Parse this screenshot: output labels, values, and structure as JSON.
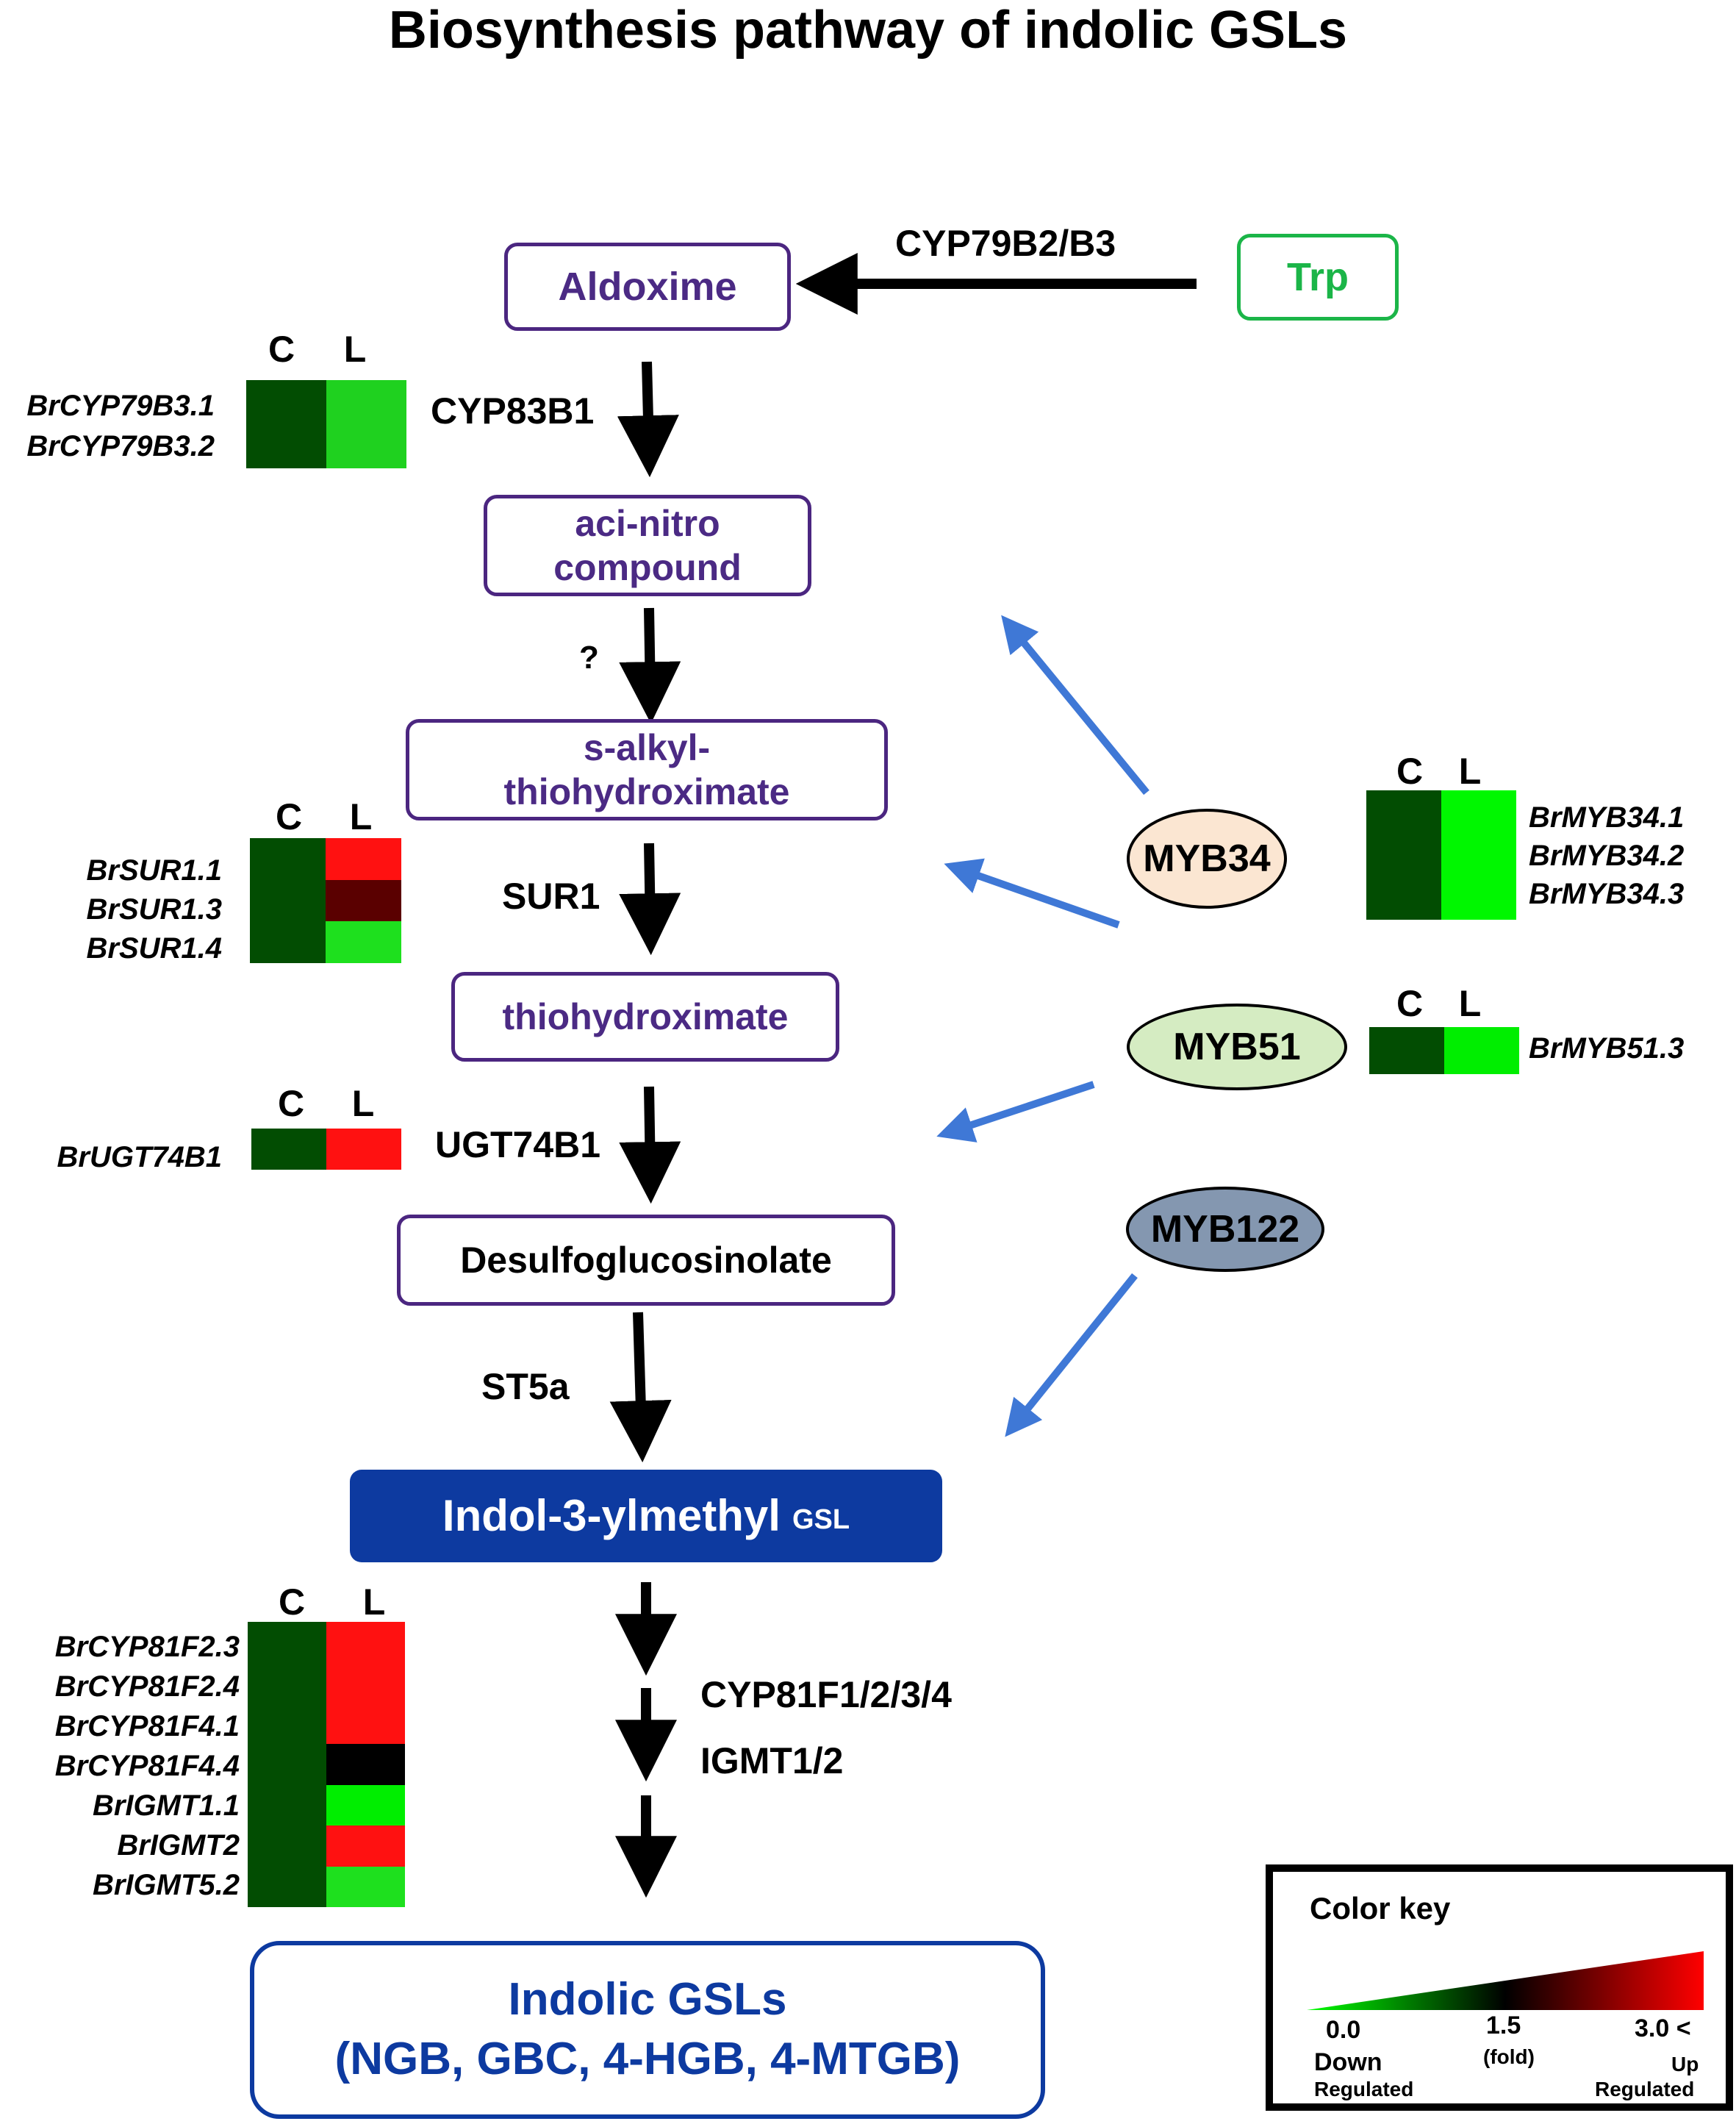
{
  "title": "Biosynthesis pathway of indolic GSLs",
  "nodes": {
    "aldoxime": "Aldoxime",
    "trp": "Trp",
    "aci_nitro_1": "aci-nitro",
    "aci_nitro_2": "compound",
    "s_alkyl_1": "s-alkyl-",
    "s_alkyl_2": "thiohydroximate",
    "thiohydroximate": "thiohydroximate",
    "desulfo": "Desulfoglucosinolate",
    "indol_main": "Indol-3-ylmethyl",
    "indol_suffix": "GSL",
    "final_1": "Indolic GSLs",
    "final_2": "(NGB, GBC, 4-HGB, 4-MTGB)"
  },
  "enzymes": {
    "cyp79b2b3": "CYP79B2/B3",
    "cyp83b1": "CYP83B1",
    "unknown": "?",
    "sur1": "SUR1",
    "ugt74b1": "UGT74B1",
    "st5a": "ST5a",
    "cyp81f": "CYP81F1/2/3/4",
    "igmt": "IGMT1/2"
  },
  "regulators": {
    "myb34": "MYB34",
    "myb51": "MYB51",
    "myb122": "MYB122"
  },
  "heatmap_columns": {
    "c": "C",
    "l": "L"
  },
  "heatmaps": {
    "cyp79b3": {
      "genes": [
        "BrCYP79B3.1",
        "BrCYP79B3.2"
      ],
      "c_color": "#024d02",
      "l_colors": [
        "#1fd11f"
      ]
    },
    "sur1": {
      "genes": [
        "BrSUR1.1",
        "BrSUR1.3",
        "BrSUR1.4"
      ],
      "c_color": "#024d02",
      "l_colors": [
        "#ff1111",
        "#5a0000",
        "#1ee01e"
      ]
    },
    "ugt74b1": {
      "genes": [
        "BrUGT74B1"
      ],
      "c_color": "#024d02",
      "l_colors": [
        "#ff1111"
      ]
    },
    "cyp81f": {
      "genes": [
        "BrCYP81F2.3",
        "BrCYP81F2.4",
        "BrCYP81F4.1",
        "BrCYP81F4.4",
        "BrIGMT1.1",
        "BrIGMT2",
        "BrIGMT5.2"
      ],
      "c_color": "#024d02",
      "l_colors": [
        "#ff1111",
        "#ff1111",
        "#ff1111",
        "#000000",
        "#00ee00",
        "#ff1111",
        "#1ee01e"
      ]
    },
    "myb34": {
      "genes": [
        "BrMYB34.1",
        "BrMYB34.2",
        "BrMYB34.3"
      ],
      "c_color": "#024d02",
      "l_colors": [
        "#00f700"
      ]
    },
    "myb51": {
      "genes": [
        "BrMYB51.3"
      ],
      "c_color": "#024d02",
      "l_colors": [
        "#00ee00"
      ]
    }
  },
  "color_key": {
    "title": "Color key",
    "tick_low": "0.0",
    "tick_mid": "1.5",
    "tick_high": "3.0 <",
    "down_1": "Down",
    "down_2": "Regulated",
    "unit": "(fold)",
    "up_1": "Up",
    "up_2": "Regulated",
    "gradient_colors": [
      "#00ff00",
      "#000000",
      "#ff0000"
    ]
  },
  "colors": {
    "pathway_purple": "#4b2a84",
    "trp_green": "#1bb548",
    "indol_blue": "#0d3aa0",
    "final_blue": "#0d3aa0",
    "regulation_arrow": "#3f78d6",
    "myb34_fill": "#fbe6d2",
    "myb51_fill": "#d5ecc2",
    "myb122_fill": "#8497b0"
  }
}
